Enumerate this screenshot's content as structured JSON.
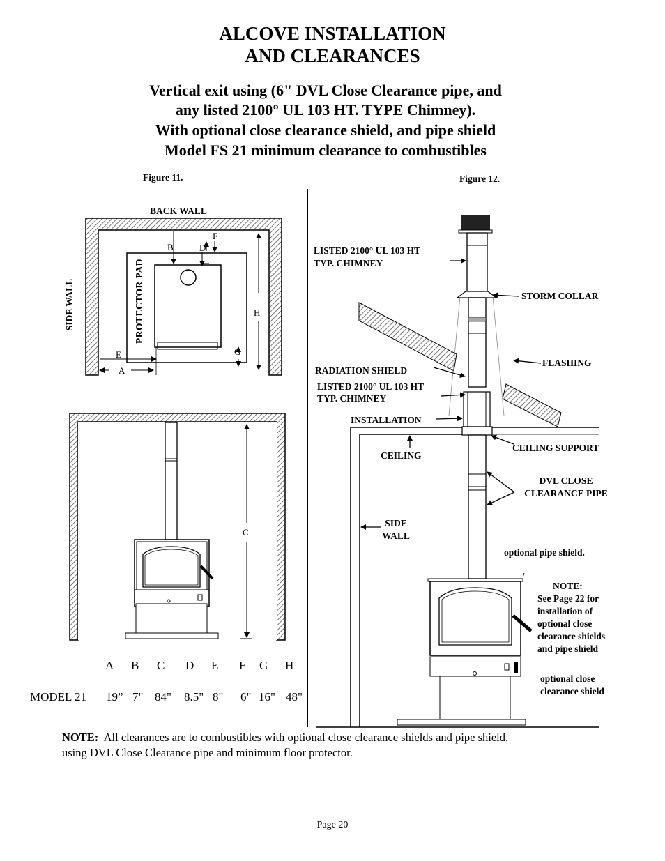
{
  "header": {
    "title_line1": "ALCOVE INSTALLATION",
    "title_line2": "AND CLEARANCES",
    "sub_line1": "Vertical exit using (6\" DVL Close Clearance pipe, and",
    "sub_line2": "any listed 2100° UL 103 HT. TYPE Chimney).",
    "sub_line3": "With optional close clearance shield, and  pipe shield",
    "sub_line4": "Model FS 21 minimum clearance to combustibles"
  },
  "figure11": {
    "caption": "Figure 11.",
    "back_wall": "BACK WALL",
    "side_wall": "SIDE WALL",
    "protector_pad": "PROTECTOR PAD",
    "letters": {
      "A": "A",
      "B": "B",
      "C": "C",
      "D": "D",
      "E": "E",
      "F": "F",
      "G": "G",
      "H": "H"
    }
  },
  "figure12": {
    "caption": "Figure 12.",
    "chimney_top_1": "LISTED 2100° UL 103 HT",
    "chimney_top_2": "TYP. CHIMNEY",
    "storm_collar": "STORM COLLAR",
    "flashing": "FLASHING",
    "radiation_shield": "RADIATION  SHIELD",
    "chimney_low_1": "LISTED 2100° UL 103 HT",
    "chimney_low_2": "TYP. CHIMNEY",
    "installation": "INSTALLATION",
    "ceiling": "CEILING",
    "ceiling_support": "CEILING SUPPORT",
    "dvl_1": "DVL CLOSE",
    "dvl_2": "CLEARANCE PIPE",
    "side_wall_1": "SIDE",
    "side_wall_2": "WALL",
    "pipe_shield": "optional pipe shield.",
    "note_title": "NOTE:",
    "note_lines": [
      "See Page 22 for",
      "installation of",
      "optional close",
      "clearance shields",
      "and pipe shield"
    ],
    "close_shield_1": "optional close",
    "close_shield_2": "clearance shield"
  },
  "clearance_table": {
    "headers": [
      "A",
      "B",
      "C",
      "D",
      "E",
      "F",
      "G",
      "H"
    ],
    "model": "MODEL 21",
    "values": [
      "19”",
      "7\"",
      "84\"",
      "8.5\"",
      "8\"",
      "6\"",
      "16\"",
      "48\""
    ]
  },
  "footer": {
    "note_label": "NOTE:",
    "note_text": "All clearances are to combustibles with optional close clearance shields and pipe shield,",
    "note_text2": "using DVL Close Clearance pipe and minimum floor protector.",
    "page": "Page 20"
  }
}
